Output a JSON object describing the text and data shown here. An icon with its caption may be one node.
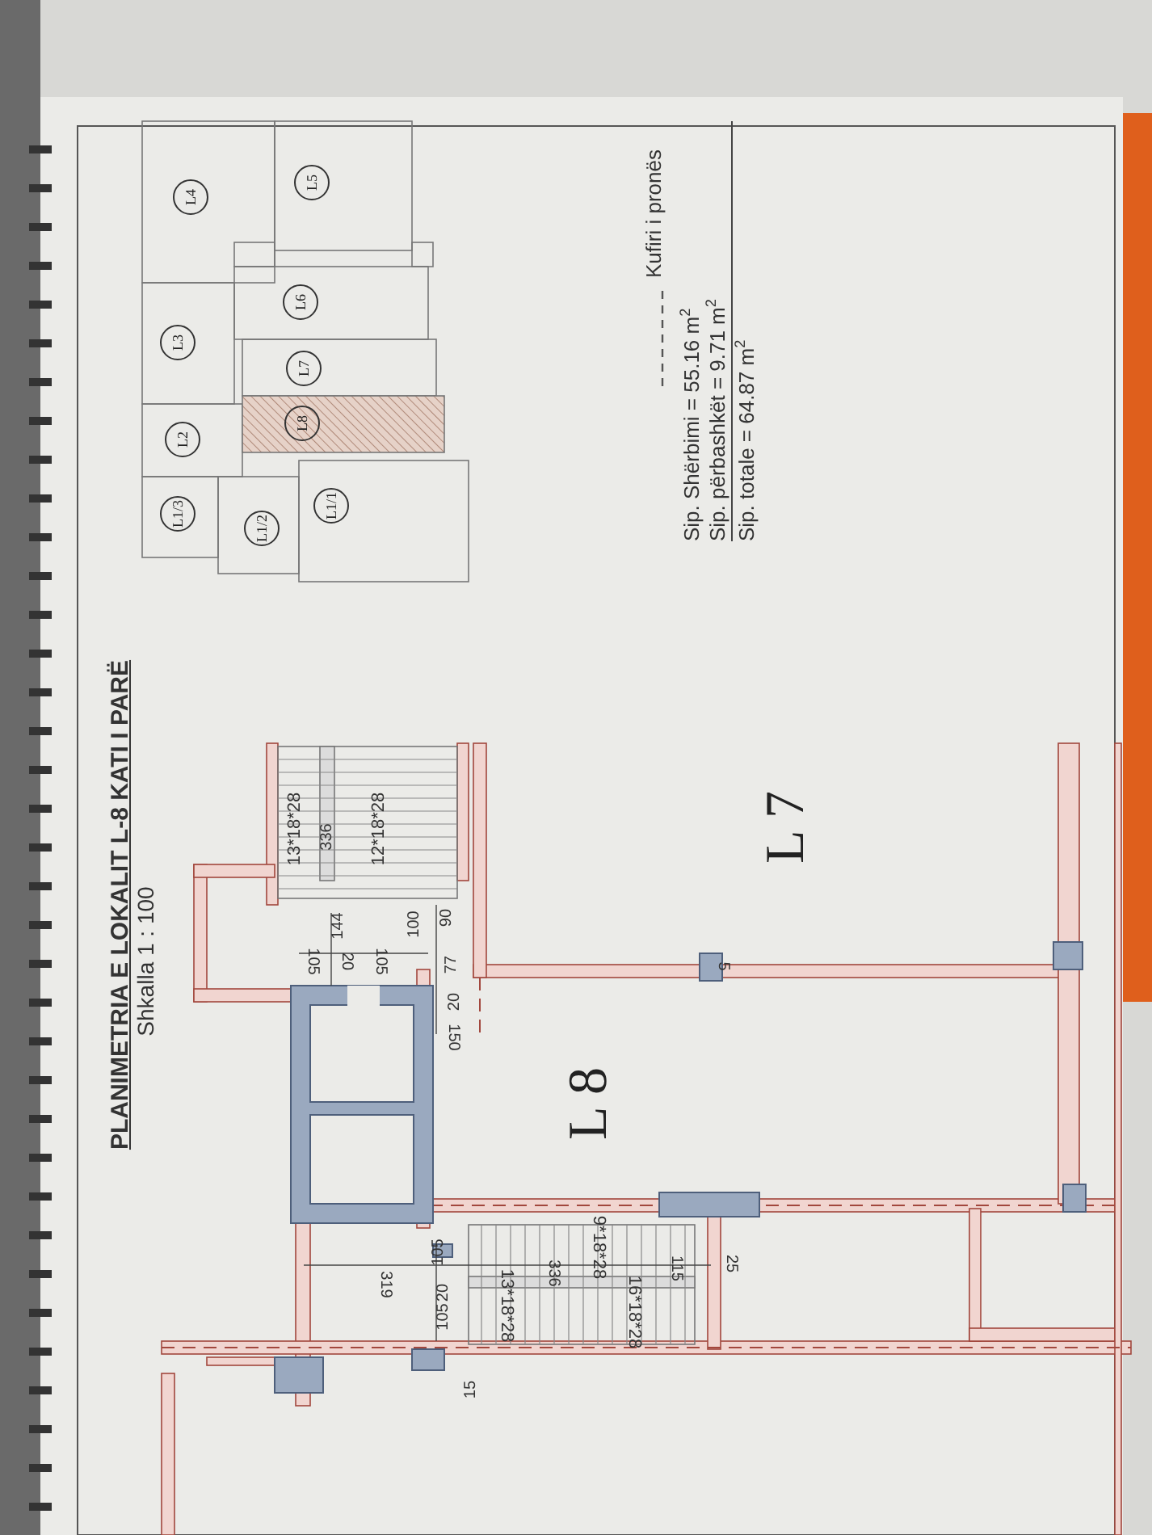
{
  "diagram": {
    "title": "PLANIMETRIA E LOKALIT L-8 KATI I PARË",
    "nodes": [
      {
        "text": [
          "L4"
        ]
      },
      {
        "text": [
          "L5"
        ]
      },
      {
        "text": [
          "L3"
        ]
      },
      {
        "text": [
          "L6"
        ]
      },
      {
        "text": [
          "L7"
        ]
      },
      {
        "text": [
          "L2"
        ]
      },
      {
        "text": [
          "L8"
        ]
      },
      {
        "text": [
          "L1/3"
        ]
      },
      {
        "text": [
          "L1/2"
        ]
      },
      {
        "text": [
          "L1/1"
        ]
      },
      {
        "text": [
          "L 8"
        ]
      },
      {
        "text": [
          "L 7"
        ]
      }
    ],
    "labels": [
      "Shkalla 1 : 100",
      "13*18*28",
      "336",
      "12*18*28",
      "144",
      "105",
      "20",
      "105",
      "100",
      "90",
      "77",
      "20",
      "150",
      "5",
      "9*18*28",
      "336",
      "105",
      "20",
      "105",
      "319",
      "16*18*28",
      "13*18*28",
      "115",
      "25",
      "15",
      "Sip. Shërbimi = 55.16 m$^{2}$",
      "Sip. përbashkët = 9.71 m$^{2}$",
      "Sip. totale = 64.87 m$^{2}$"
    ],
    "legend": [
      {
        "text": "Kufiri i pronës"
      }
    ]
  }
}
